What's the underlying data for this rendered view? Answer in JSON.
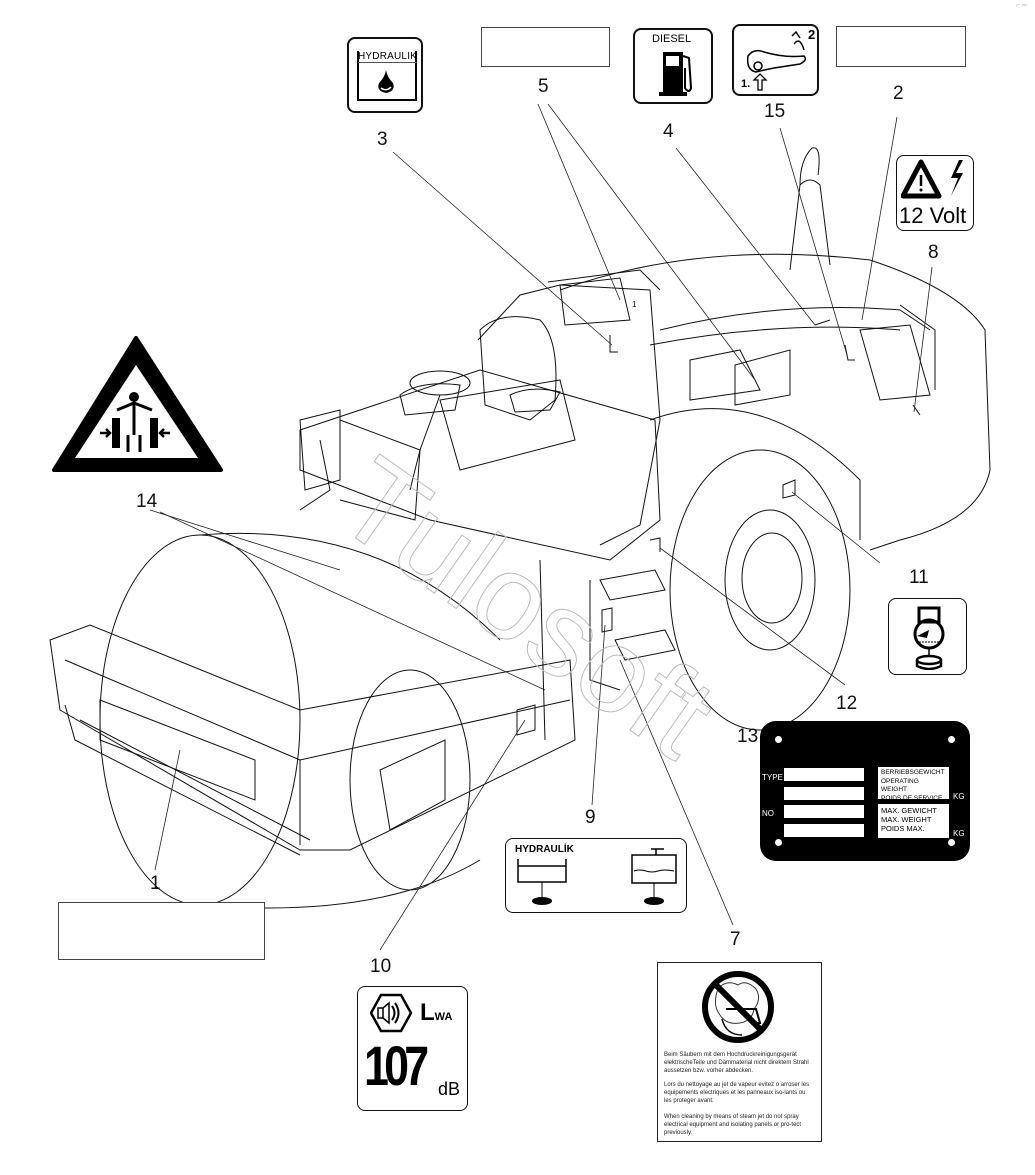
{
  "diagram": {
    "title_hidden": "Decals and labels placement – tandem roller",
    "callouts": [
      {
        "id": "c1",
        "text": "1"
      },
      {
        "id": "c2",
        "text": "2"
      },
      {
        "id": "c3",
        "text": "3"
      },
      {
        "id": "c4",
        "text": "4"
      },
      {
        "id": "c5",
        "text": "5"
      },
      {
        "id": "c7",
        "text": "7"
      },
      {
        "id": "c8",
        "text": "8"
      },
      {
        "id": "c9",
        "text": "9"
      },
      {
        "id": "c10",
        "text": "10"
      },
      {
        "id": "c11",
        "text": "11"
      },
      {
        "id": "c12",
        "text": "12"
      },
      {
        "id": "c13",
        "text": "13"
      },
      {
        "id": "c14",
        "text": "14"
      },
      {
        "id": "c15",
        "text": "15"
      }
    ],
    "on_machine_marker": "1",
    "watermark": "Tulosoft"
  },
  "decals": {
    "hydraulik_top": {
      "text": "HYDRAULIK",
      "icon": "oil-drop-icon"
    },
    "diesel": {
      "text": "DIESEL",
      "icon": "fuel-pump-icon"
    },
    "lever": {
      "step1": "1.",
      "step2": "2",
      "icon": "lever-icon"
    },
    "volt": {
      "text": "12 Volt",
      "icon": "electric-warning-icon"
    },
    "crush_warning": {
      "icon": "crush-hazard-icon"
    },
    "oil_drain": {
      "icon": "oil-drain-icon"
    },
    "hydraulik_tanks": {
      "text": "HYDRAULİK",
      "icon": "hydraulic-tanks-icon"
    },
    "noise": {
      "label": "L",
      "sub": "WA",
      "value": "107",
      "unit": "dB",
      "icon": "sound-icon"
    },
    "type_plate": {
      "type_label": "TYPE",
      "no_label": "NO",
      "weight_box_lines": [
        "BERRIEBSGEWICHT",
        "OPERATING WEIGHT",
        "POIDS DE SERVICE"
      ],
      "max_box_lines": [
        "MAX. GEWICHT",
        "MAX. WEIGHT",
        "POIDS MAX."
      ],
      "kg_label": "KG"
    },
    "steam_warning": {
      "icon": "no-steam-cleaning-icon",
      "de": "Beim Säubern mit dem Hochdruckreinigungsgerät elektrischeTeile und Dämmaterial nicht direktem Strahl aussetzen bzw. vorher abdecken.",
      "fr": "Lors du nettoyage au jet de vapeur evitez o arroser les equipements electriques et les panneaux iso-lants ou les proteger avant.",
      "en": "When cleaning by means of steam jet do not spray electrical equipment and isolating panels or pro-tect previously."
    }
  },
  "corner_mark": "⌐ ═"
}
